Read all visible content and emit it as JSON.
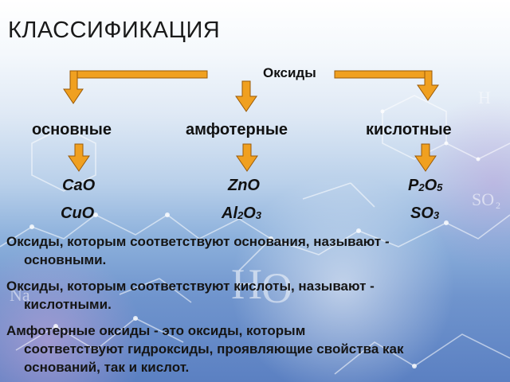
{
  "title": "КЛАССИФИКАЦИЯ",
  "root_label": "Оксиды",
  "categories": [
    {
      "label": "основные",
      "formulas": [
        {
          "parts": [
            "CaO"
          ]
        },
        {
          "parts": [
            "CuO"
          ]
        }
      ]
    },
    {
      "label": "амфотерные",
      "formulas": [
        {
          "parts": [
            "ZnO"
          ]
        },
        {
          "parts": [
            "Al",
            "2",
            "O",
            "3"
          ]
        }
      ]
    },
    {
      "label": "кислотные",
      "formulas": [
        {
          "parts": [
            "P",
            "2",
            "O",
            "5"
          ]
        },
        {
          "parts": [
            "SO",
            "3"
          ]
        }
      ]
    }
  ],
  "paragraphs": [
    {
      "lines": [
        "Оксиды, которым соответствуют основания, называют -",
        "основными."
      ]
    },
    {
      "lines": [
        "Оксиды, которым соответствуют кислоты, называют -",
        "кислотными."
      ]
    },
    {
      "lines": [
        "Амфотерные оксиды - это оксиды, которым",
        "соответствуют гидроксиды, проявляющие свойства как",
        "оснований, так и кислот."
      ]
    }
  ],
  "background_text": [
    "H",
    "O",
    "SO",
    "2",
    "Na",
    "H"
  ],
  "colors": {
    "arrow_fill": "#f0a020",
    "arrow_stroke": "#9a5a08",
    "text": "#111111"
  }
}
